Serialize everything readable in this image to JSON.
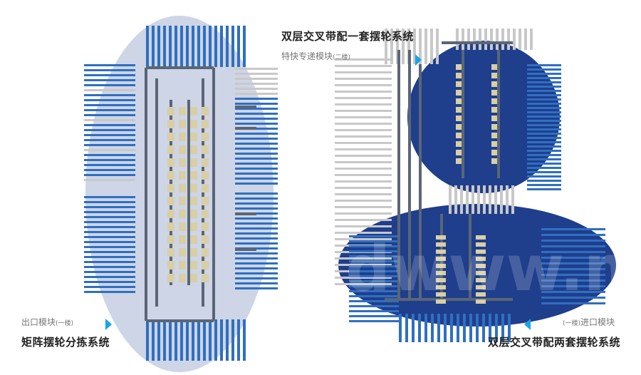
{
  "labels": {
    "top_title": "双层交叉带配一套摆轮系统",
    "top_sub": "特快专递模块",
    "top_sub_note": "(二楼)",
    "left_sub": "出口模块",
    "left_sub_note": "(一楼)",
    "left_title": "矩阵摆轮分拣系统",
    "right_sub_note": "(一楼)",
    "right_sub": "进口模块",
    "right_title": "双层交叉带配两套摆轮系统"
  },
  "colors": {
    "ellipse": "#cdd5e6",
    "blue_chute": "#2f6fc1",
    "grey_chute": "#c8c8c8",
    "conveyor": "#5a6677",
    "wheel": "#d8cfa6",
    "accent": "#1aa3e8"
  }
}
